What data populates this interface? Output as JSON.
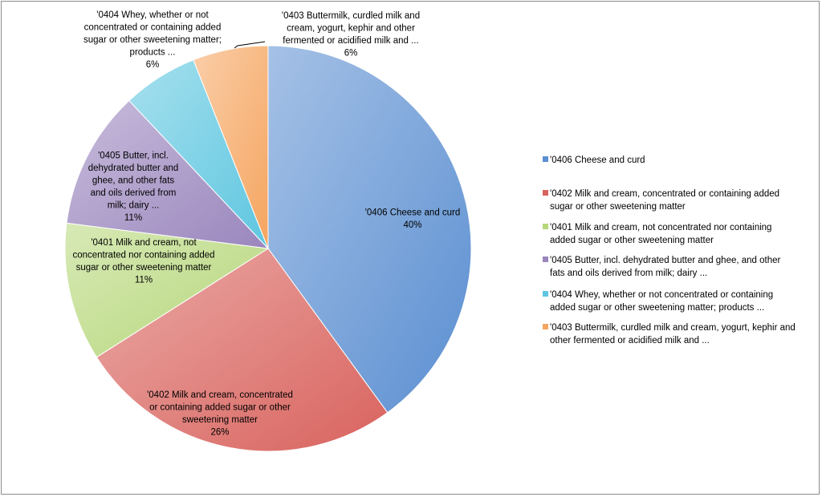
{
  "chart_data": {
    "type": "pie",
    "title": "",
    "start_angle_deg": 0,
    "direction": "clockwise",
    "legend_position": "right",
    "slices": [
      {
        "label": "'0406 Cheese and curd",
        "value": 40,
        "display": "40%",
        "color": "#5b8fd1",
        "legend_lines": [
          "'0406 Cheese and curd"
        ],
        "label_lines": [
          "'0406 Cheese and curd",
          "40%"
        ]
      },
      {
        "label": "'0402 Milk and cream, concentrated or containing added sugar or other sweetening matter",
        "value": 26,
        "display": "26%",
        "color": "#d9635e",
        "legend_lines": [
          "'0402 Milk and cream, concentrated or containing added",
          "sugar or other sweetening matter"
        ],
        "label_lines": [
          "'0402 Milk and cream, concentrated",
          "or containing added sugar or other",
          "sweetening matter",
          "26%"
        ]
      },
      {
        "label": "'0401 Milk and cream, not concentrated nor containing added sugar or other sweetening matter",
        "value": 11,
        "display": "11%",
        "color": "#b6d77a",
        "legend_lines": [
          "'0401 Milk and cream, not concentrated nor containing",
          "added sugar or other sweetening matter"
        ],
        "label_lines": [
          "'0401 Milk and cream, not",
          "concentrated nor containing added",
          "sugar or other sweetening matter",
          "11%"
        ]
      },
      {
        "label": "'0405 Butter, incl. dehydrated butter and ghee, and other fats and oils derived from milk; dairy ...",
        "value": 11,
        "display": "11%",
        "color": "#9a86bd",
        "legend_lines": [
          "'0405 Butter, incl. dehydrated butter and ghee, and other",
          "fats and oils derived from milk; dairy ..."
        ],
        "label_lines": [
          "'0405 Butter, incl.",
          "dehydrated butter and",
          "ghee, and other fats",
          "and oils derived from",
          "milk; dairy ...",
          "11%"
        ]
      },
      {
        "label": "'0404 Whey, whether or not concentrated or containing added sugar or other sweetening matter; products ...",
        "value": 6,
        "display": "6%",
        "color": "#5ec6e0",
        "legend_lines": [
          "'0404 Whey, whether or not concentrated or containing",
          "added sugar or other sweetening matter; products ..."
        ],
        "label_lines": [
          "'0404 Whey, whether or not",
          "concentrated or containing added",
          "sugar or other sweetening matter;",
          "products ...",
          "6%"
        ]
      },
      {
        "label": "'0403 Buttermilk, curdled milk and cream, yogurt, kephir and other fermented or acidified milk and ...",
        "value": 6,
        "display": "6%",
        "color": "#f5a560",
        "legend_lines": [
          "'0403 Buttermilk, curdled milk and cream, yogurt, kephir and",
          "other fermented or acidified milk and ..."
        ],
        "label_lines": [
          "'0403 Buttermilk, curdled milk and",
          "cream, yogurt, kephir and other",
          "fermented or acidified milk and ...",
          "6%"
        ]
      }
    ]
  }
}
